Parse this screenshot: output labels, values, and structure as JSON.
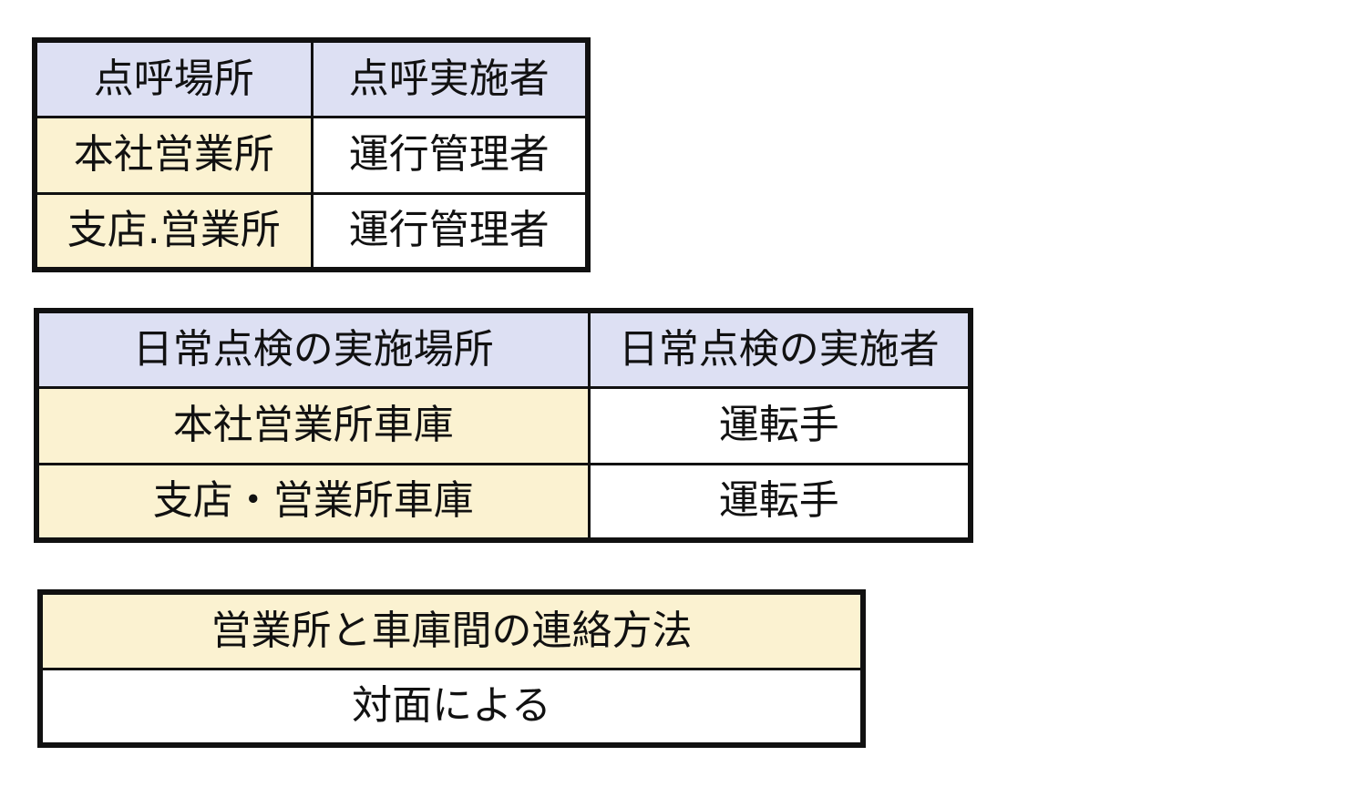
{
  "rollcall_table": {
    "headers": [
      "点呼場所",
      "点呼実施者"
    ],
    "rows": [
      [
        "本社営業所",
        "運行管理者"
      ],
      [
        "支店.営業所",
        "運行管理者"
      ]
    ]
  },
  "inspection_table": {
    "headers": [
      "日常点検の実施場所",
      "日常点検の実施者"
    ],
    "rows": [
      [
        "本社営業所車庫",
        "運転手"
      ],
      [
        "支店・営業所車庫",
        "運転手"
      ]
    ]
  },
  "contact_table": {
    "header": "営業所と車庫間の連絡方法",
    "value": "対面による"
  },
  "colors": {
    "header_bg": "#dde0f3",
    "location_bg": "#fbf2d1",
    "value_bg": "#ffffff",
    "border": "#111111"
  }
}
